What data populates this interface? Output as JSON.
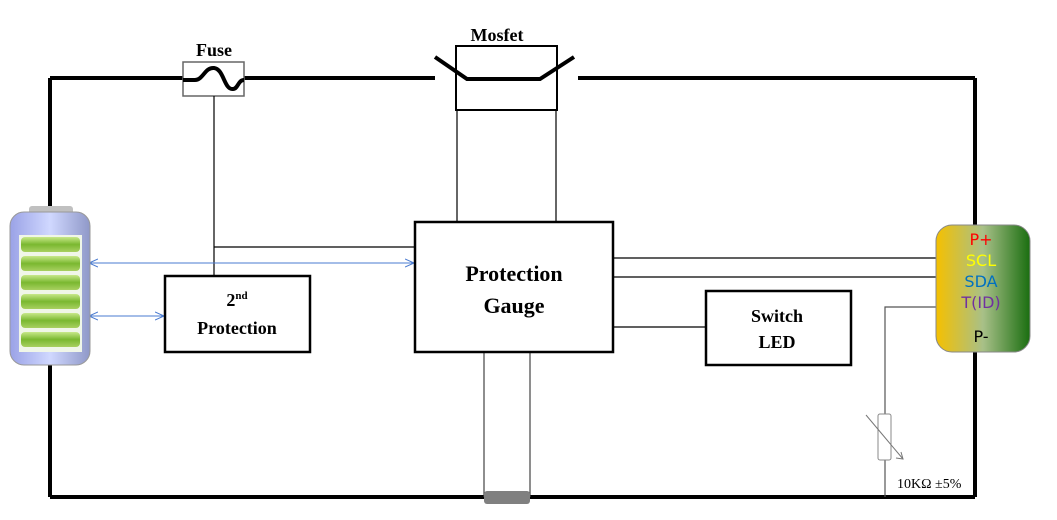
{
  "labels": {
    "fuse": "Fuse",
    "mosfet": "Mosfet",
    "protection_gauge_line1": "Protection",
    "protection_gauge_line2": "Gauge",
    "second_protection_num": "2",
    "second_protection_sup": "nd",
    "second_protection_text": "Protection",
    "switch_led_line1": "Switch",
    "switch_led_line2": "LED",
    "thermistor_value": "10KΩ ±5%"
  },
  "connector": {
    "pins": [
      {
        "label": "P+",
        "color": "#ff0000"
      },
      {
        "label": "SCL",
        "color": "#ffff00"
      },
      {
        "label": "SDA",
        "color": "#0070c0"
      },
      {
        "label": "T(ID)",
        "color": "#7030a0"
      },
      {
        "label": "P-",
        "color": "#000000"
      }
    ],
    "gradient": [
      "#f5c000",
      "#a8c088",
      "#1a6e10"
    ]
  },
  "colors": {
    "wire": "#000000",
    "signal_arrow": "#4a7bd0",
    "battery_cell": "#8cc63f",
    "battery_body": "#b0b8ee"
  }
}
